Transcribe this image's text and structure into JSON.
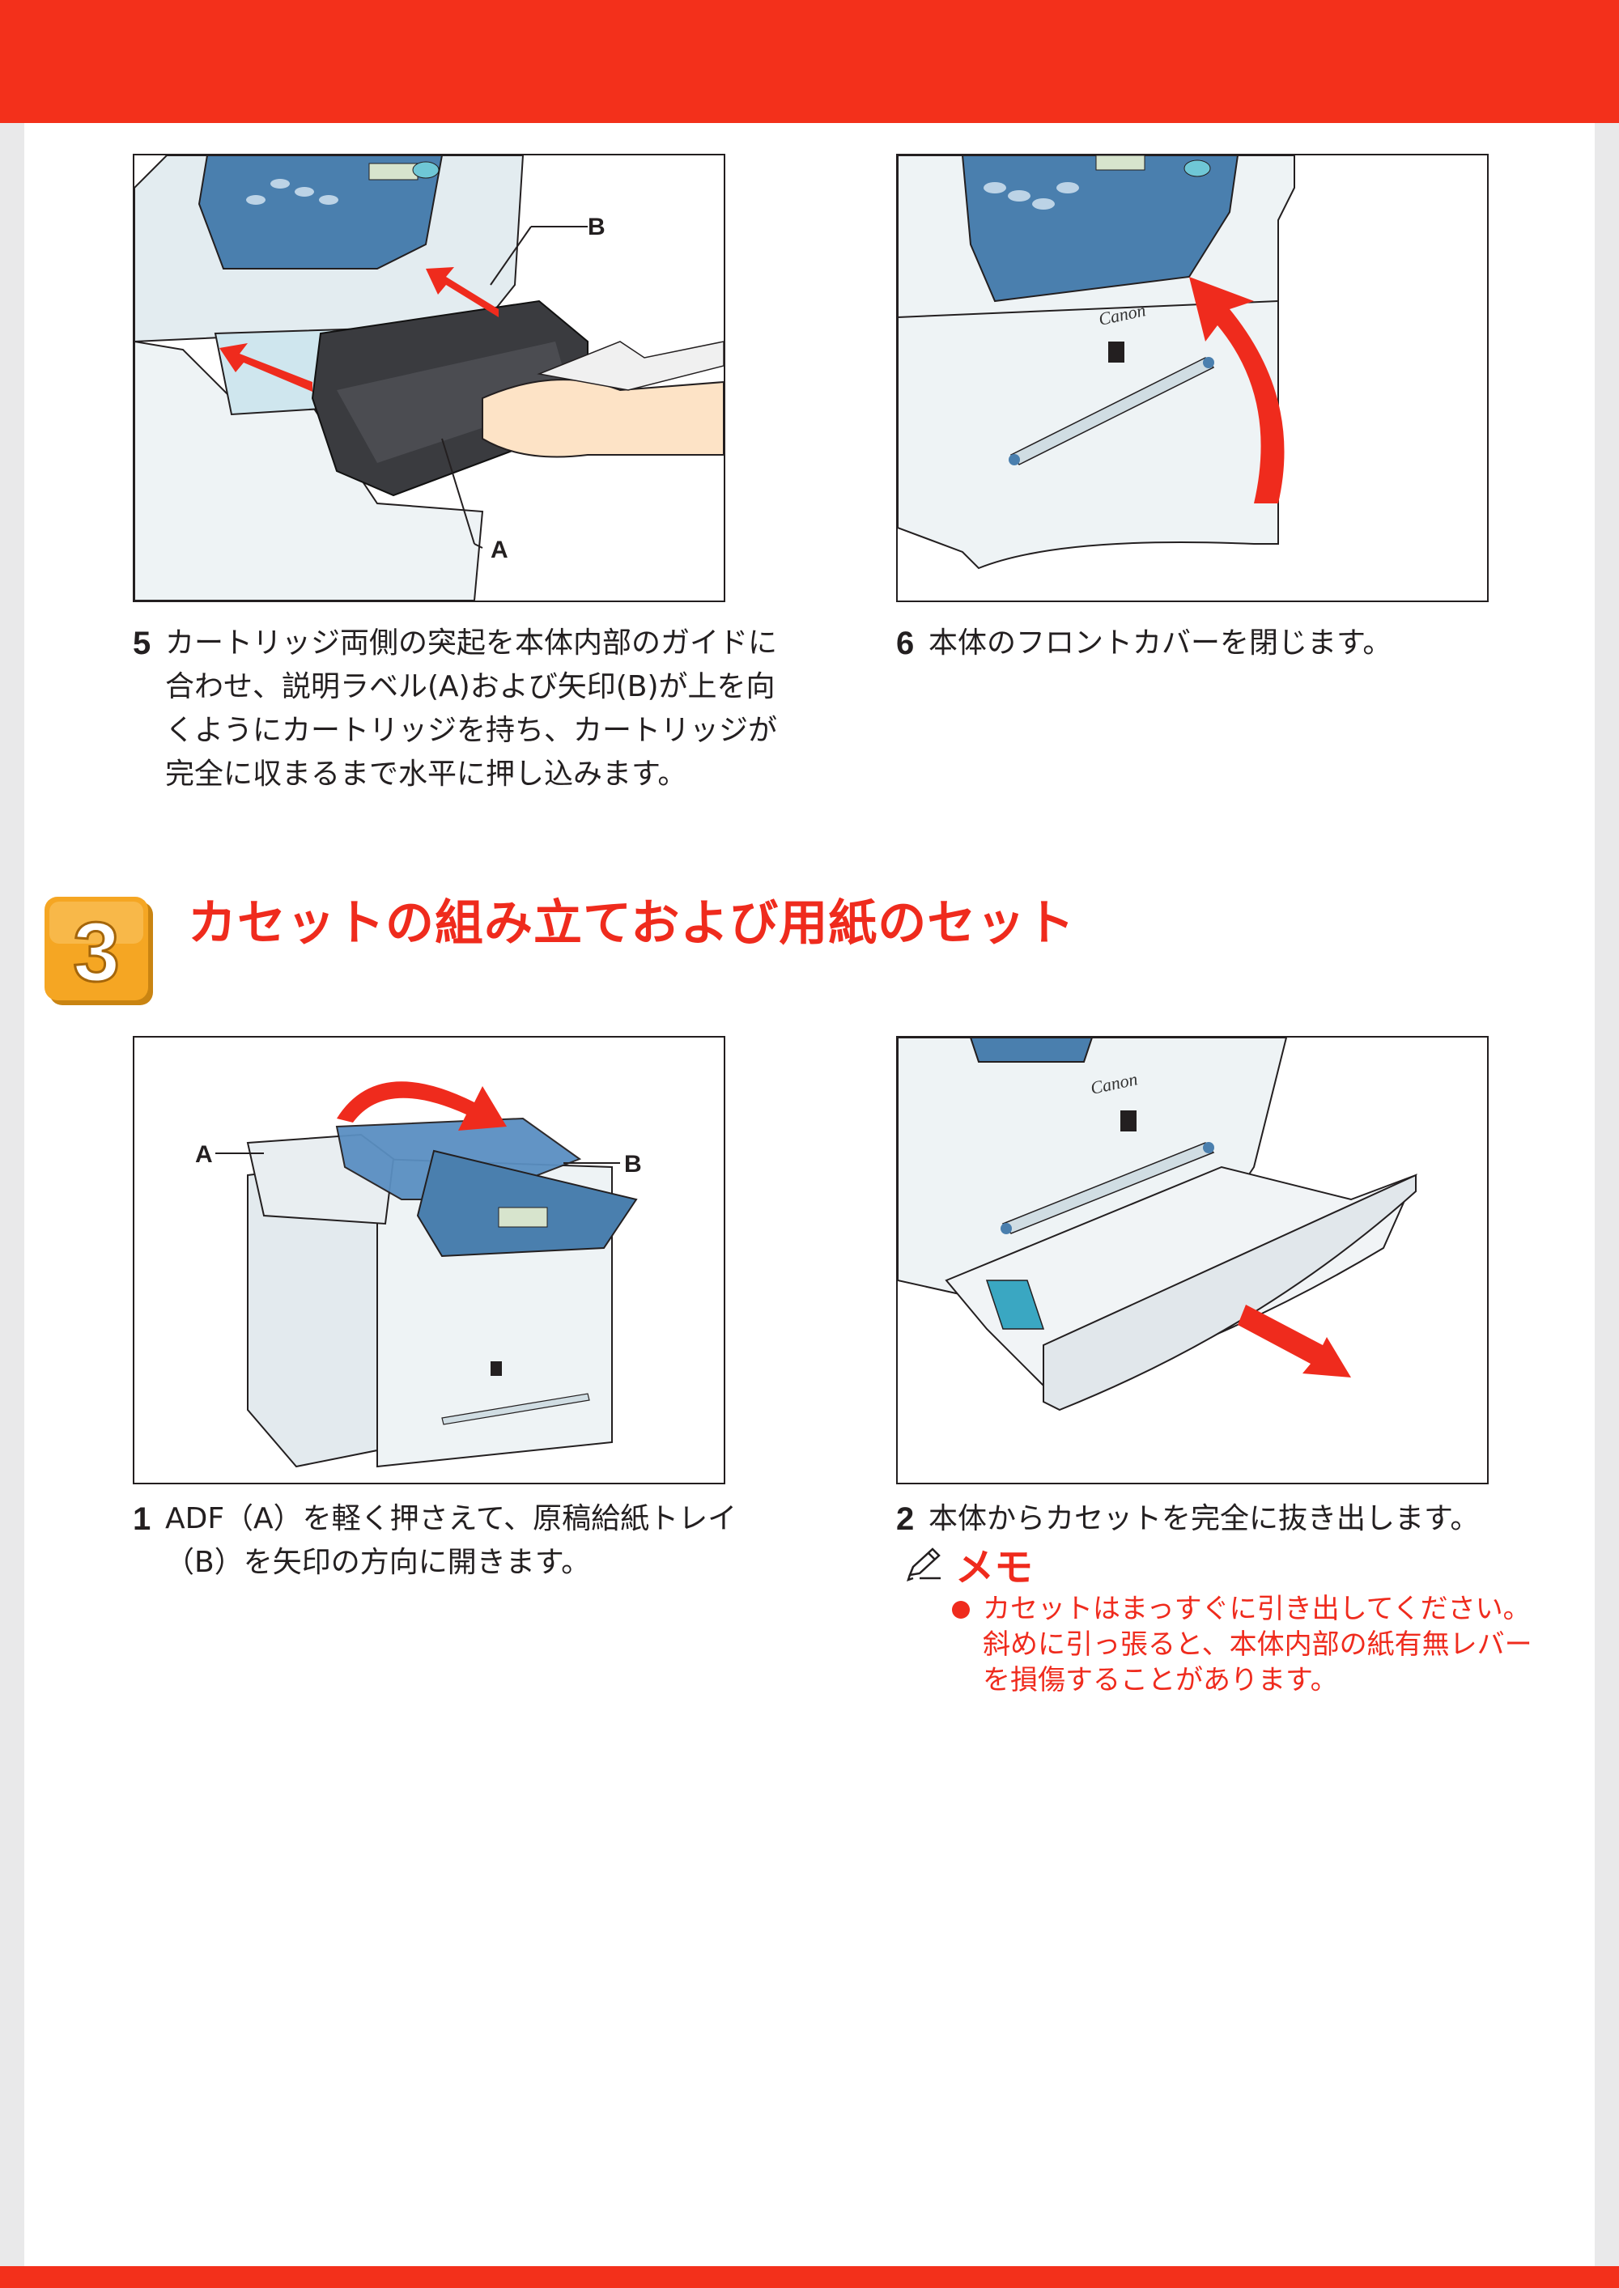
{
  "colors": {
    "band": "#f3301b",
    "accent_red": "#ef2b1d",
    "badge_orange": "#f5a623",
    "text": "#231f20"
  },
  "top_section": {
    "figure_step5": {
      "label_a": "A",
      "label_b": "B"
    },
    "step5": {
      "number": "5",
      "text": "カートリッジ両側の突起を本体内部のガイドに合わせ、説明ラベル(A)および矢印(B)が上を向くようにカートリッジを持ち、カートリッジが完全に収まるまで水平に押し込みます。"
    },
    "figure_step6": {
      "brand": "Canon"
    },
    "step6": {
      "number": "6",
      "text": "本体のフロントカバーを閉じます。"
    }
  },
  "section3": {
    "badge_number": "3",
    "title": "カセットの組み立ておよび用紙のセット",
    "figure_step1": {
      "label_a": "A",
      "label_b": "B"
    },
    "step1": {
      "number": "1",
      "text": "ADF（A）を軽く押さえて、原稿給紙トレイ（B）を矢印の方向に開きます。"
    },
    "figure_step2": {
      "brand": "Canon"
    },
    "step2": {
      "number": "2",
      "text": "本体からカセットを完全に抜き出します。"
    },
    "memo": {
      "icon": "pencil-icon",
      "label": "メモ",
      "text": "カセットはまっすぐに引き出してください。斜めに引っ張ると、本体内部の紙有無レバーを損傷することがあります。"
    }
  }
}
